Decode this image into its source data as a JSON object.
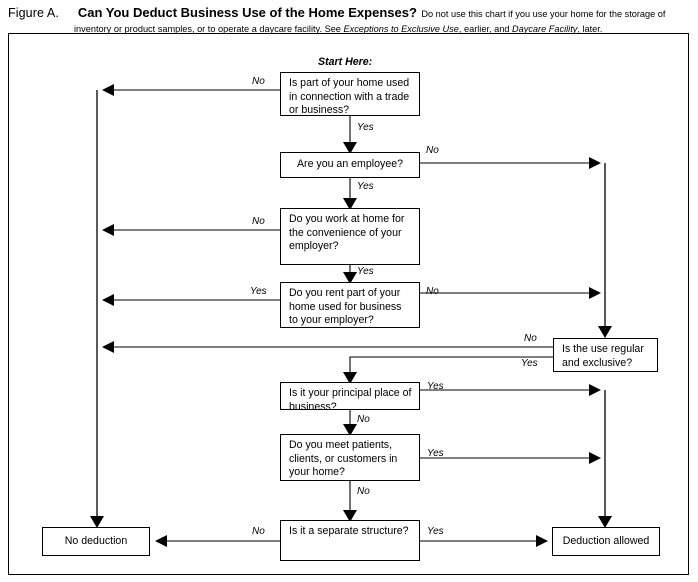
{
  "figure": {
    "label": "Figure A.",
    "title": "Can You Deduct Business Use of the Home Expenses?",
    "note_part1": "Do not use this chart if you use your home for the storage of",
    "note_line2_a": "inventory or product samples, or to operate a daycare facility. See ",
    "note_line2_em1": "Exceptions to Exclusive Use",
    "note_line2_b": ", earlier, and ",
    "note_line2_em2": "Daycare Facility",
    "note_line2_c": ", later."
  },
  "start_label": "Start Here:",
  "nodes": {
    "q1": "Is part of your home used in connection with a trade or business?",
    "q2": "Are you an employee?",
    "q3": "Do you work at home for the convenience of your employer?",
    "q4": "Do you rent part of your home used for business to your employer?",
    "q5": "Is the use regular and exclusive?",
    "q6": "Is it your principal place of business?",
    "q7": "Do you meet patients, clients, or customers in your home?",
    "q8": "Is it a separate structure?",
    "no_deduction": "No deduction",
    "deduction_allowed": "Deduction allowed"
  },
  "edge_labels": {
    "q1_no": "No",
    "q1_yes": "Yes",
    "q2_no": "No",
    "q2_yes": "Yes",
    "q3_no": "No",
    "q3_yes": "Yes",
    "q4_yes": "Yes",
    "q4_no": "No",
    "q5_no": "No",
    "q5_yes": "Yes",
    "q6_yes": "Yes",
    "q6_no": "No",
    "q7_yes": "Yes",
    "q7_no": "No",
    "q8_no": "No",
    "q8_yes": "Yes"
  },
  "colors": {
    "line": "#000000",
    "background": "#ffffff",
    "text": "#000000"
  }
}
